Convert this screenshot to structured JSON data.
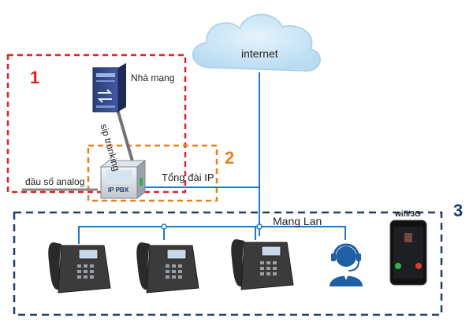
{
  "cloud": {
    "label": "internet"
  },
  "isp": {
    "label": "Nhà mạng"
  },
  "trunk": {
    "label": "sip trunking"
  },
  "pbx": {
    "label": "Tổng đài IP",
    "device_text": "IP PBX"
  },
  "analog": {
    "label": "đầu số analog"
  },
  "lan": {
    "label": "Mạng Lan"
  },
  "mobile": {
    "label": "wifi/3G"
  },
  "zones": [
    {
      "number": "1",
      "color": "#e02424"
    },
    {
      "number": "2",
      "color": "#e8801e"
    },
    {
      "number": "3",
      "color": "#1f3d6b"
    }
  ],
  "colors": {
    "link": "#1f78c8",
    "cloud_fill": "#cfe6f6"
  },
  "icons": [
    "server-icon",
    "ip-pbx-icon",
    "desk-phone-icon",
    "headset-agent-icon",
    "smartphone-icon",
    "cloud-icon"
  ]
}
